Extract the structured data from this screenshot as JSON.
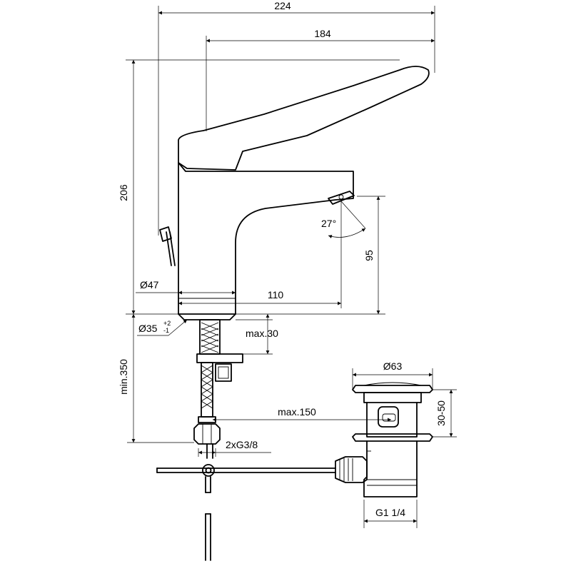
{
  "dimensions": {
    "overall_width": "224",
    "handle_reach": "184",
    "overall_height": "206",
    "spout_height": "95",
    "spout_angle": "27°",
    "body_diameter": "Ø47",
    "spout_projection": "110",
    "mounting_hole": "Ø35",
    "mounting_hole_tol_upper": "+2",
    "mounting_hole_tol_lower": "-1",
    "max_deck": "max.30",
    "min_hose": "min.350",
    "max_rod": "max.150",
    "connections": "2xG3/8",
    "waste_diameter": "Ø63",
    "waste_range": "30-50",
    "waste_thread": "G1 1/4"
  }
}
